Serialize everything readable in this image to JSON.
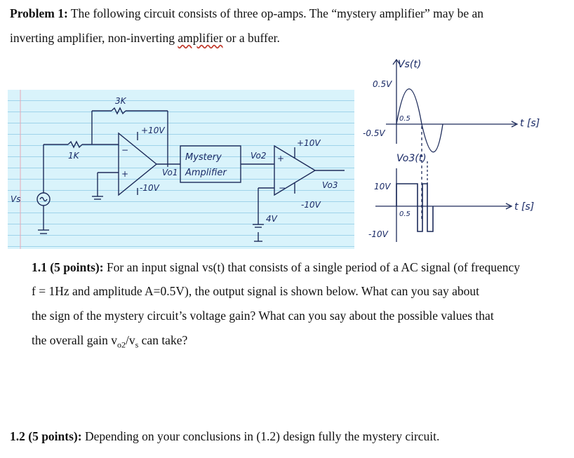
{
  "problem": {
    "heading": "Problem 1:",
    "line1": "The following circuit consists of three op-amps. The “mystery amplifier” may be an",
    "line2_a": "inverting amplifier, non-inverting ",
    "line2_b": "amplifier",
    "line2_c": " or a buffer."
  },
  "circuit": {
    "r_feedback": "3K",
    "r_input": "1K",
    "vs_label": "Vs",
    "op1_plus_supply": "+10V",
    "op1_minus_supply": "-10V",
    "vo1_label": "Vo1",
    "mystery_label_1": "Mystery",
    "mystery_label_2": "Amplifier",
    "vo2_label": "Vo2",
    "op2_plus_supply": "+10V",
    "op2_minus_supply": "-10V",
    "vo3_label": "Vo3",
    "ref_voltage": "4V",
    "plus_sign": "+",
    "minus_sign": "−"
  },
  "plots": {
    "vs_title": "Vs(t)",
    "vs_pos": "0.5V",
    "vs_neg": "-0.5V",
    "vs_tick": "0.5",
    "vs_axis": "t [s]",
    "vo3_title": "Vo3(t)",
    "vo3_pos": "10V",
    "vo3_neg": "-10V",
    "vo3_tick": "0.5",
    "vo3_axis": "t [s]"
  },
  "q1": {
    "label": "1.1 (5 points):",
    "line1": "For an input signal vs(t) that consists of a single period of a AC signal (of frequency",
    "line2": "f = 1Hz and amplitude A=0.5V), the output signal is shown below. What can you say about",
    "line3": "the sign of the mystery circuit’s voltage gain? What can you say about the possible values that",
    "line4a": "the overall gain v",
    "line4b": "o2",
    "line4c": "/v",
    "line4d": "s",
    "line4e": " can take?"
  },
  "q2": {
    "label": "1.2 (5 points):",
    "text": "Depending on your conclusions in (1.2) design fully the mystery circuit."
  }
}
